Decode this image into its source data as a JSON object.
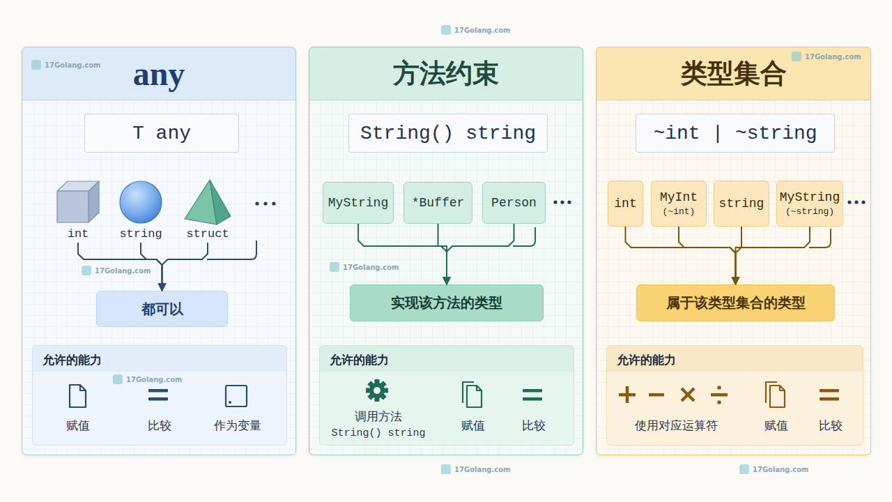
{
  "diagram": {
    "nodes": [
      {
        "text": [
          "any"
        ]
      },
      {
        "text": [
          "T any"
        ],
        "in": 0
      },
      {
        "text": [
          "int"
        ],
        "in": 0
      },
      {
        "text": [
          "string"
        ],
        "in": 0
      },
      {
        "text": [
          "struct"
        ],
        "in": 0
      },
      {
        "text": [
          "都可以"
        ],
        "in": 0
      },
      {
        "text": [
          "允许的能力",
          "赋值",
          "比较",
          "作为变量"
        ],
        "in": 0
      },
      {
        "text": [
          "方法约束"
        ]
      },
      {
        "text": [
          "String() string"
        ],
        "in": 7
      },
      {
        "text": [
          "MyString"
        ],
        "in": 7
      },
      {
        "text": [
          "*Buffer"
        ],
        "in": 7
      },
      {
        "text": [
          "Person"
        ],
        "in": 7
      },
      {
        "text": [
          "实现该方法的类型"
        ],
        "in": 7
      },
      {
        "text": [
          "允许的能力",
          "调用方法",
          "String() string",
          "赋值",
          "比较"
        ],
        "in": 7
      },
      {
        "text": [
          "类型集合"
        ]
      },
      {
        "text": [
          "~int | ~string"
        ],
        "in": 14
      },
      {
        "text": [
          "int"
        ],
        "in": 14
      },
      {
        "text": [
          "MyInt",
          "(~int)"
        ],
        "in": 14
      },
      {
        "text": [
          "string"
        ],
        "in": 14
      },
      {
        "text": [
          "MyString",
          "(~string)"
        ],
        "in": 14
      },
      {
        "text": [
          "属于该类型集合的类型"
        ],
        "in": 14
      },
      {
        "text": [
          "允许的能力",
          "使用对应运算符",
          "赋值",
          "比较"
        ],
        "in": 14
      }
    ],
    "edges": [
      {
        "from": 2,
        "to": 5,
        "arrow": "to"
      },
      {
        "from": 3,
        "to": 5,
        "arrow": "to"
      },
      {
        "from": 4,
        "to": 5,
        "arrow": "to"
      },
      {
        "from": 9,
        "to": 12,
        "arrow": "to"
      },
      {
        "from": 10,
        "to": 12,
        "arrow": "to"
      },
      {
        "from": 11,
        "to": 12,
        "arrow": "to"
      },
      {
        "from": 16,
        "to": 20,
        "arrow": "to"
      },
      {
        "from": 17,
        "to": 20,
        "arrow": "to"
      },
      {
        "from": 18,
        "to": 20,
        "arrow": "to"
      },
      {
        "from": 19,
        "to": 20,
        "arrow": "to"
      }
    ],
    "labels": [
      "17Golang.com",
      "17Golang.com",
      "17Golang.com",
      "17Golang.com",
      "17Golang.com",
      "17Golang.com",
      "17Golang.com",
      "17Golang.com"
    ]
  }
}
